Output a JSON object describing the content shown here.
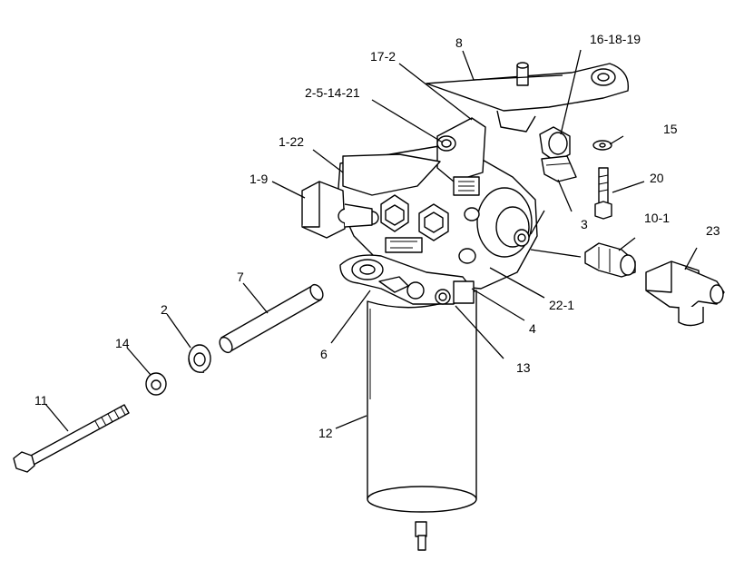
{
  "diagram": {
    "callouts": {
      "c8": "8",
      "c16_18_19": "16-18-19",
      "c17_2": "17-2",
      "c2_5_14_21": "2-5-14-21",
      "c1_22": "1-22",
      "c1_9": "1-9",
      "c15": "15",
      "c20": "20",
      "c10_1": "10-1",
      "c23": "23",
      "c3": "3",
      "c7": "7",
      "c2": "2",
      "c14": "14",
      "c6": "6",
      "c22_1": "22-1",
      "c4": "4",
      "c13": "13",
      "c11": "11",
      "c12": "12"
    }
  }
}
